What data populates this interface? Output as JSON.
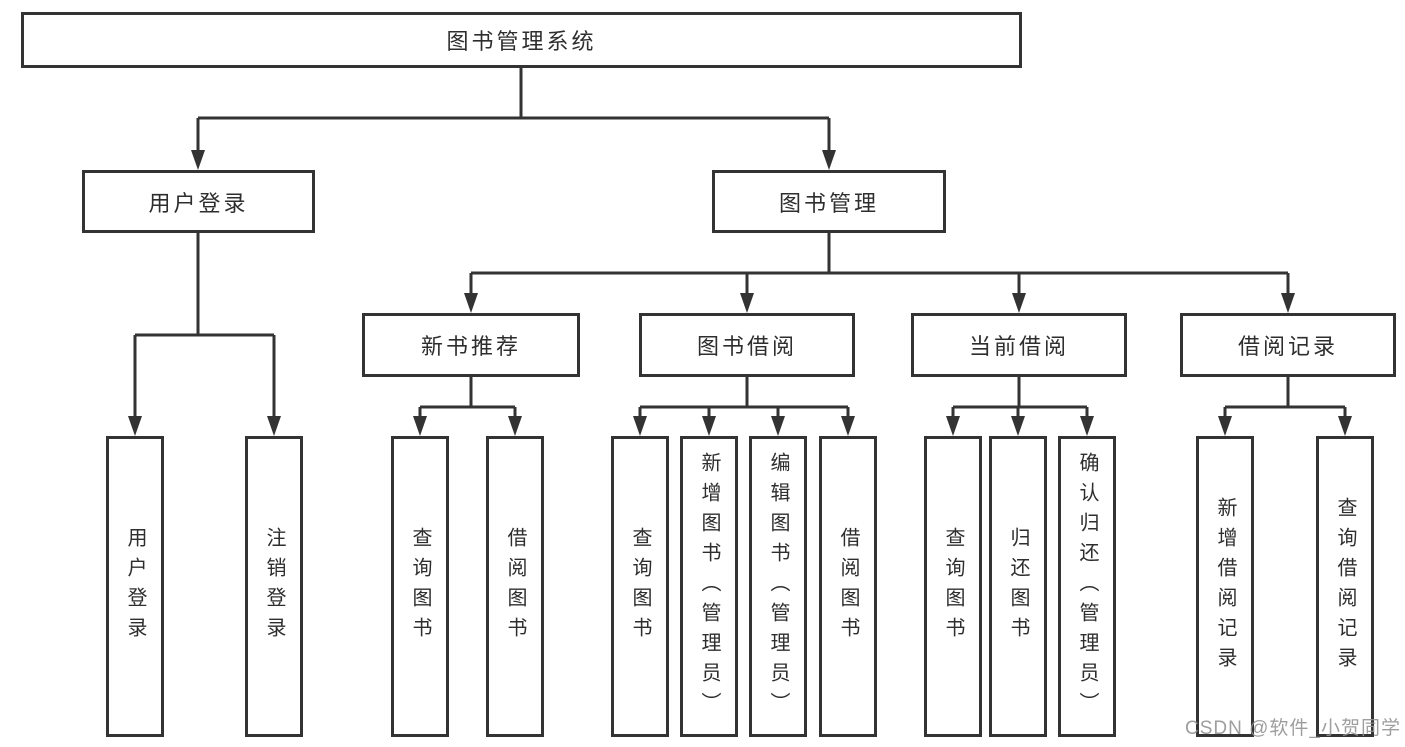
{
  "diagram": {
    "title": "图书管理系统",
    "root": {
      "label": "图书管理系统"
    },
    "branches": [
      {
        "label": "用户登录"
      },
      {
        "label": "图书管理"
      }
    ],
    "modules": [
      {
        "label": "新书推荐"
      },
      {
        "label": "图书借阅"
      },
      {
        "label": "当前借阅"
      },
      {
        "label": "借阅记录"
      }
    ],
    "leaves": [
      {
        "label": "用户登录",
        "parent": "用户登录"
      },
      {
        "label": "注销登录",
        "parent": "用户登录"
      },
      {
        "label": "查询图书",
        "parent": "新书推荐"
      },
      {
        "label": "借阅图书",
        "parent": "新书推荐"
      },
      {
        "label": "查询图书",
        "parent": "图书借阅"
      },
      {
        "label": "新增图书（管理员）",
        "parent": "图书借阅"
      },
      {
        "label": "编辑图书（管理员）",
        "parent": "图书借阅"
      },
      {
        "label": "借阅图书",
        "parent": "图书借阅"
      },
      {
        "label": "查询图书",
        "parent": "当前借阅"
      },
      {
        "label": "归还图书",
        "parent": "当前借阅"
      },
      {
        "label": "确认归还（管理员）",
        "parent": "当前借阅"
      },
      {
        "label": "新增借阅记录",
        "parent": "借阅记录"
      },
      {
        "label": "查询借阅记录",
        "parent": "借阅记录"
      }
    ]
  },
  "watermark": {
    "text": "CSDN @软件_小贺同学"
  },
  "colors": {
    "line": "#333333",
    "box_border": "#333333",
    "text": "#2e2e2e",
    "background": "#ffffff",
    "watermark": "#949494"
  }
}
